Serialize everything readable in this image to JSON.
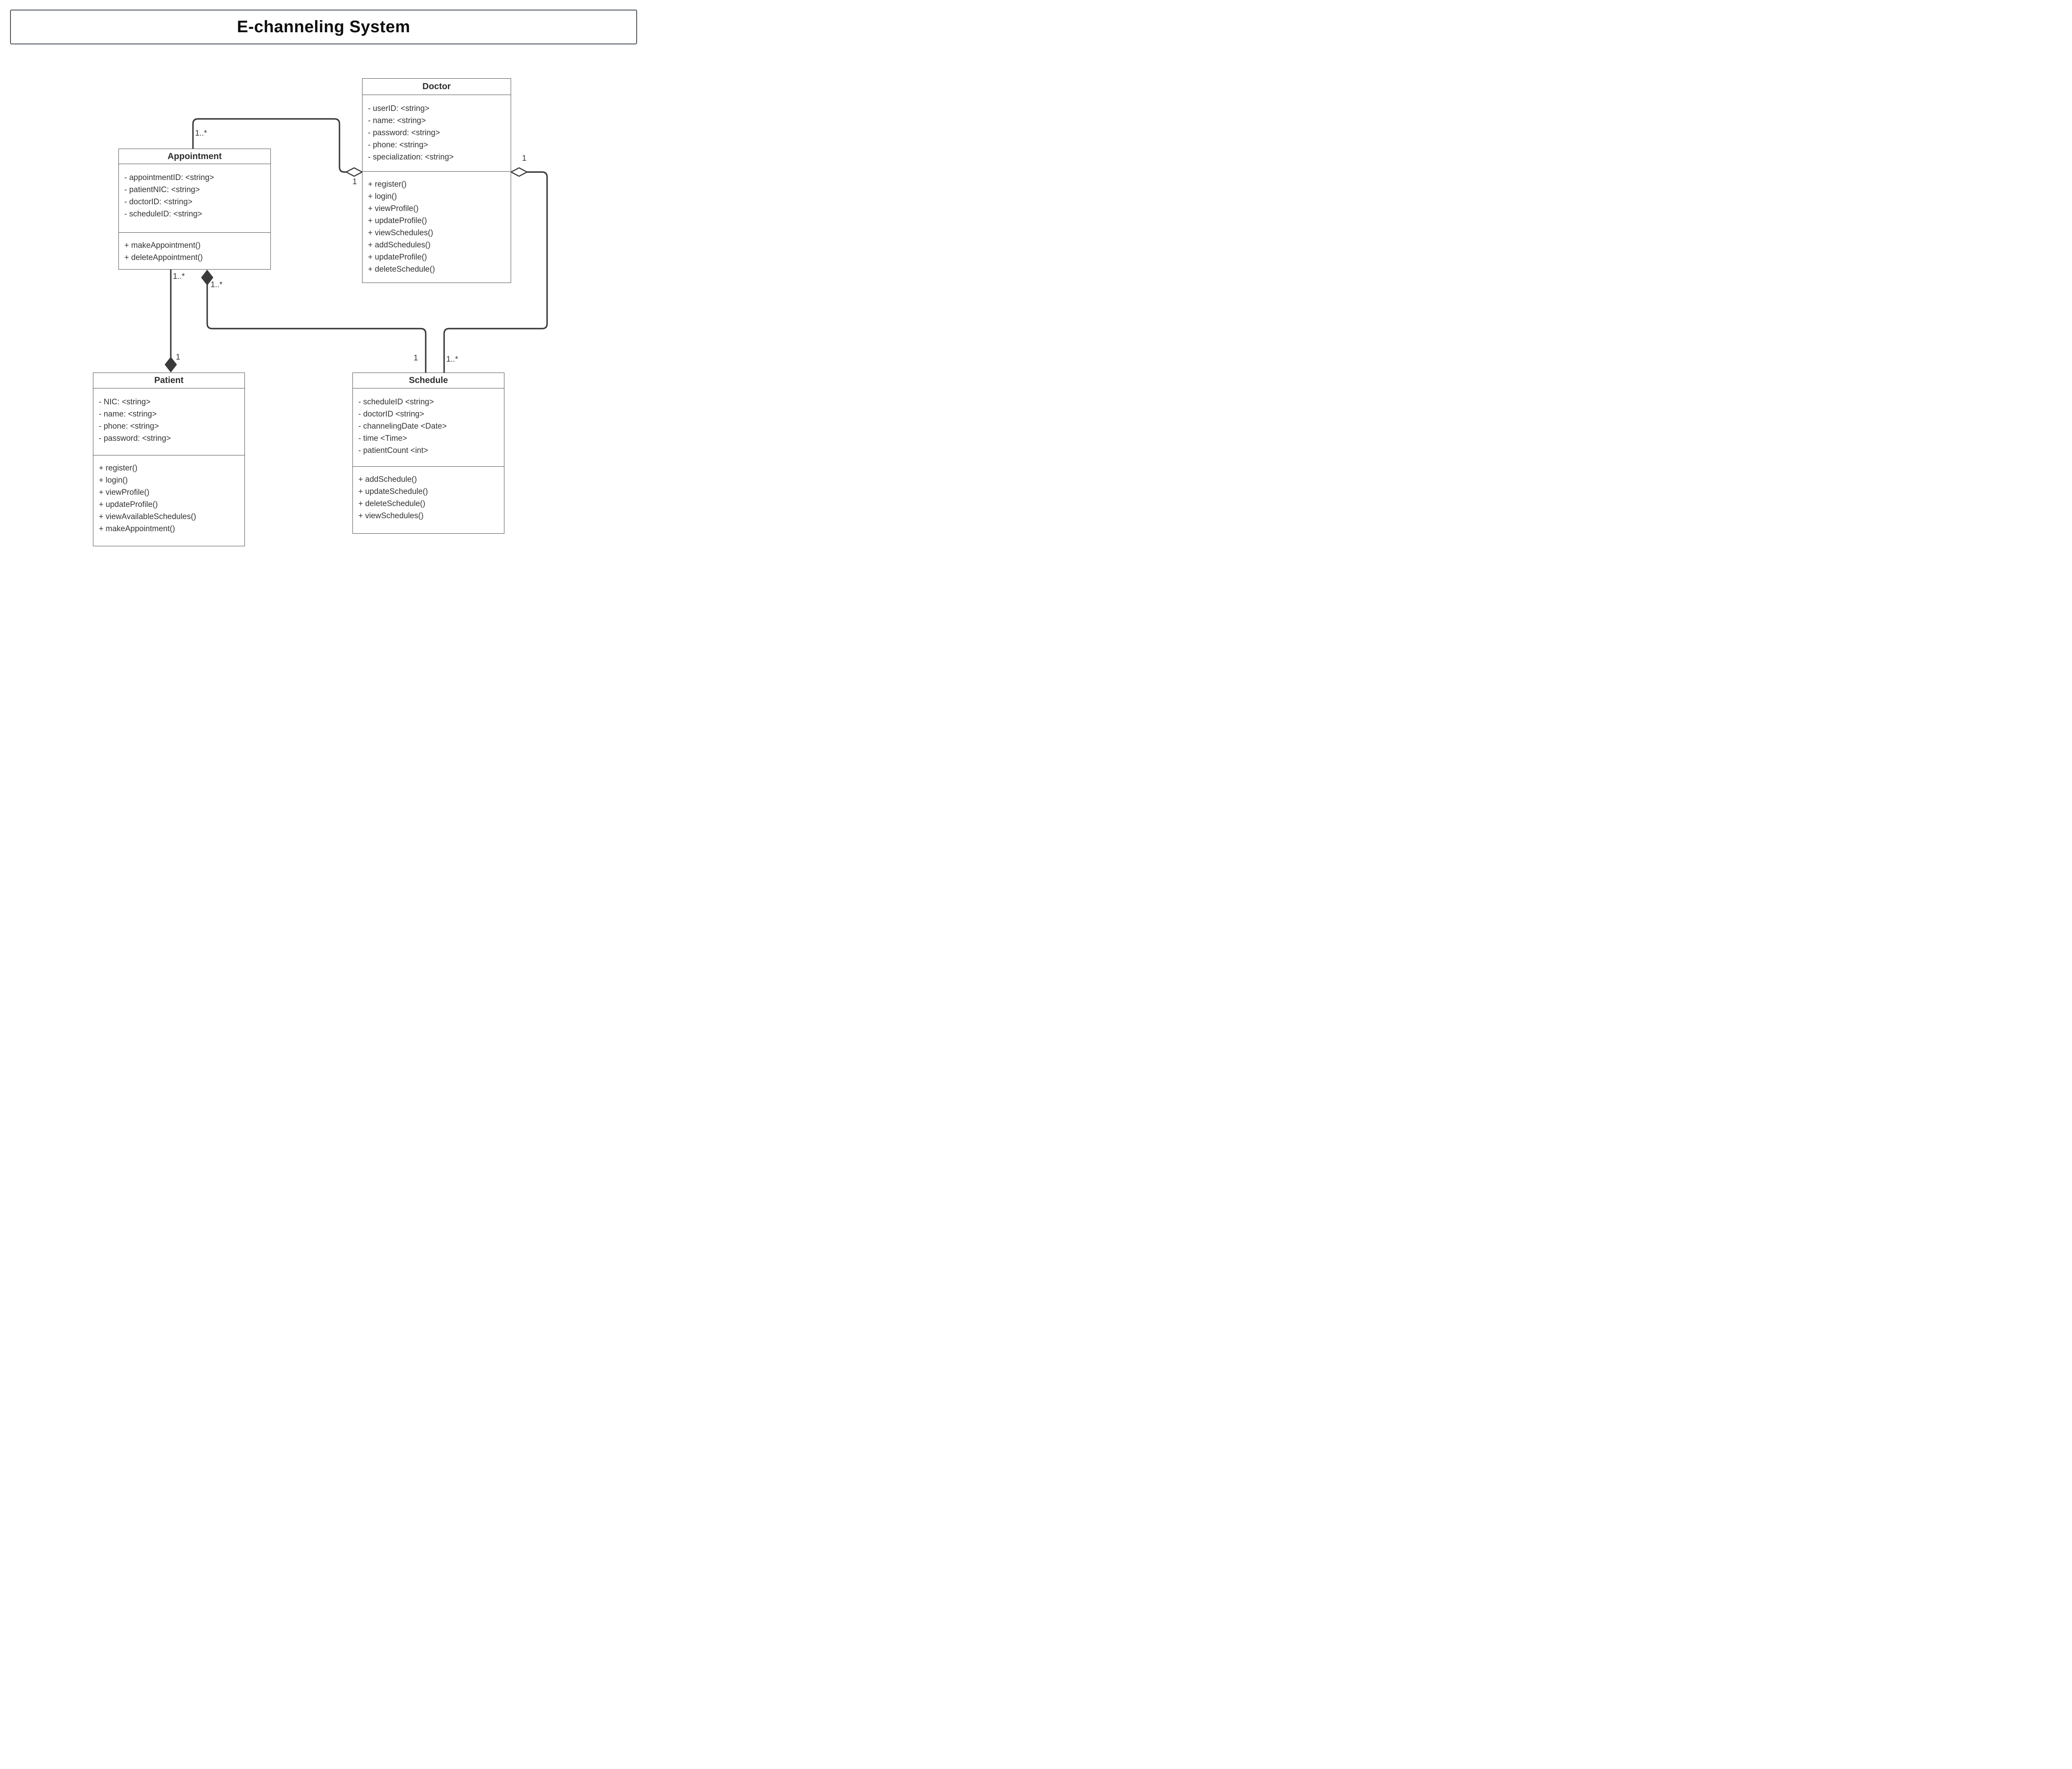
{
  "title": "E-channeling System",
  "classes": [
    {
      "name": "Doctor",
      "attributes": [
        "- userID: <string>",
        "- name: <string>",
        "- password: <string>",
        "- phone: <string>",
        "- specialization: <string>"
      ],
      "methods": [
        "+ register()",
        "+ login()",
        "+ viewProfile()",
        "+ updateProfile()",
        "+ viewSchedules()",
        "+ addSchedules()",
        "+ updateProfile()",
        "+ deleteSchedule()"
      ]
    },
    {
      "name": "Appointment",
      "attributes": [
        "- appointmentID: <string>",
        "- patientNIC: <string>",
        "- doctorID: <string>",
        "- scheduleID: <string>"
      ],
      "methods": [
        "+ makeAppointment()",
        "+ deleteAppointment()"
      ]
    },
    {
      "name": "Patient",
      "attributes": [
        "- NIC: <string>",
        "- name: <string>",
        "- phone: <string>",
        "- password: <string>"
      ],
      "methods": [
        "+ register()",
        "+ login()",
        "+ viewProfile()",
        "+ updateProfile()",
        "+ viewAvailableSchedules()",
        "+ makeAppointment()"
      ]
    },
    {
      "name": "Schedule",
      "attributes": [
        "- scheduleID <string>",
        "- doctorID <string>",
        "- channelingDate <Date>",
        "- time <Time>",
        "- patientCount <int>"
      ],
      "methods": [
        "+ addSchedule()",
        "+ updateSchedule()",
        "+ deleteSchedule()",
        "+ viewSchedules()"
      ]
    }
  ],
  "relationships": [
    {
      "id": "appointment-doctor",
      "type": "aggregation",
      "diamond_end": "Doctor",
      "multiplicity_appointment": "1..*",
      "multiplicity_doctor": "1"
    },
    {
      "id": "doctor-schedule",
      "type": "aggregation",
      "diamond_end": "Doctor",
      "multiplicity_schedule": "1..*",
      "multiplicity_doctor": "1"
    },
    {
      "id": "appointment-patient",
      "type": "composition",
      "diamond_end": "Patient",
      "multiplicity_appointment": "1..*",
      "multiplicity_patient": "1"
    },
    {
      "id": "appointment-schedule",
      "type": "composition",
      "diamond_end": "Appointment",
      "multiplicity_appointment": "1..*",
      "multiplicity_schedule": "1"
    }
  ],
  "colors": {
    "background": "#ffffff",
    "box_border": "#4a4a4a",
    "edge": "#3a3a3a",
    "text": "#333333",
    "title_text": "#0f0f0f"
  }
}
